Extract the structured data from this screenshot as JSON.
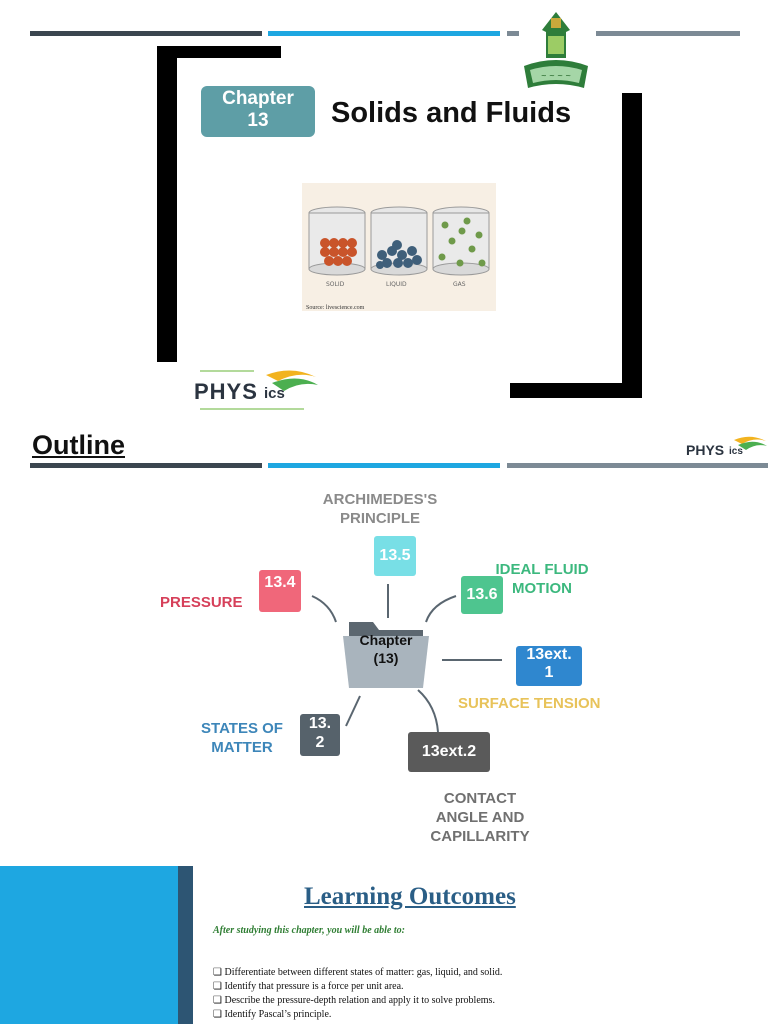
{
  "slide1": {
    "chapter_badge": {
      "line1": "Chapter",
      "line2": "13"
    },
    "title": "Solids and Fluids",
    "image": {
      "labels": [
        "SOLID",
        "LIQUID",
        "GAS"
      ],
      "source": "Source: livescience.com"
    },
    "physics_logo_text": {
      "main": "PHYS",
      "suffix": "ics"
    }
  },
  "slide2": {
    "title": "Outline",
    "center": {
      "line1": "Chapter",
      "line2": "(13)"
    },
    "nodes": [
      {
        "number": "13.5",
        "label_line1": "ARCHIMEDES'S",
        "label_line2": "PRINCIPLE",
        "color": "#78dfe6",
        "label_color": "#8a8a8a"
      },
      {
        "number": "13.4",
        "label_line1": "PRESSURE",
        "label_line2": "",
        "color": "#f0677a",
        "label_color": "#d6405a"
      },
      {
        "number": "13.6",
        "label_line1": "IDEAL FLUID",
        "label_line2": "MOTION",
        "color": "#4ec58f",
        "label_color": "#3cb87e"
      },
      {
        "number_line1": "13ext.",
        "number_line2": "1",
        "label_line1": "SURFACE TENSION",
        "label_line2": "",
        "color": "#2f87cf",
        "label_color": "#e8c35a"
      },
      {
        "number_line1": "13.",
        "number_line2": "2",
        "label_line1": "STATES OF",
        "label_line2": "MATTER",
        "color": "#56626b",
        "label_color": "#3d86b9"
      },
      {
        "number": "13ext.2",
        "label_line1": "CONTACT",
        "label_line2": "ANGLE AND",
        "label_line3": "CAPILLARITY",
        "color": "#5a5a5a",
        "label_color": "#707070"
      }
    ],
    "physics_logo_text": {
      "main": "PHYS",
      "suffix": "ics"
    }
  },
  "slide3": {
    "title": "Learning Outcomes",
    "intro": "After studying this chapter, you will be able to:",
    "outcomes": [
      "Differentiate between different states of matter: gas, liquid, and solid.",
      "Identify that pressure is a force per unit area.",
      "Describe the pressure-depth relation and apply it to solve problems.",
      "Identify Pascal’s principle."
    ],
    "accent_color": "#1ea7e1"
  }
}
